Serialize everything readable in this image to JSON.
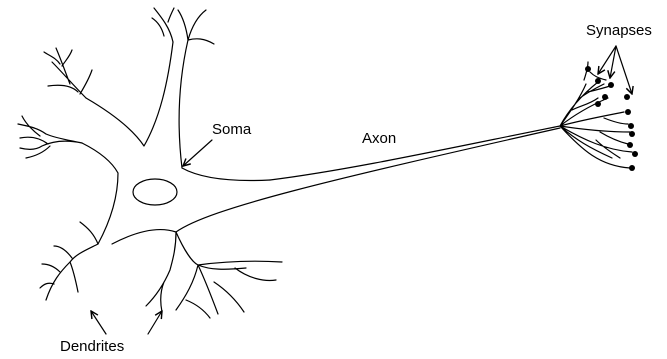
{
  "labels": {
    "soma": "Soma",
    "axon": "Axon",
    "synapses": "Synapses",
    "dendrites": "Dendrites"
  },
  "colors": {
    "stroke": "#000000",
    "background": "#ffffff"
  }
}
